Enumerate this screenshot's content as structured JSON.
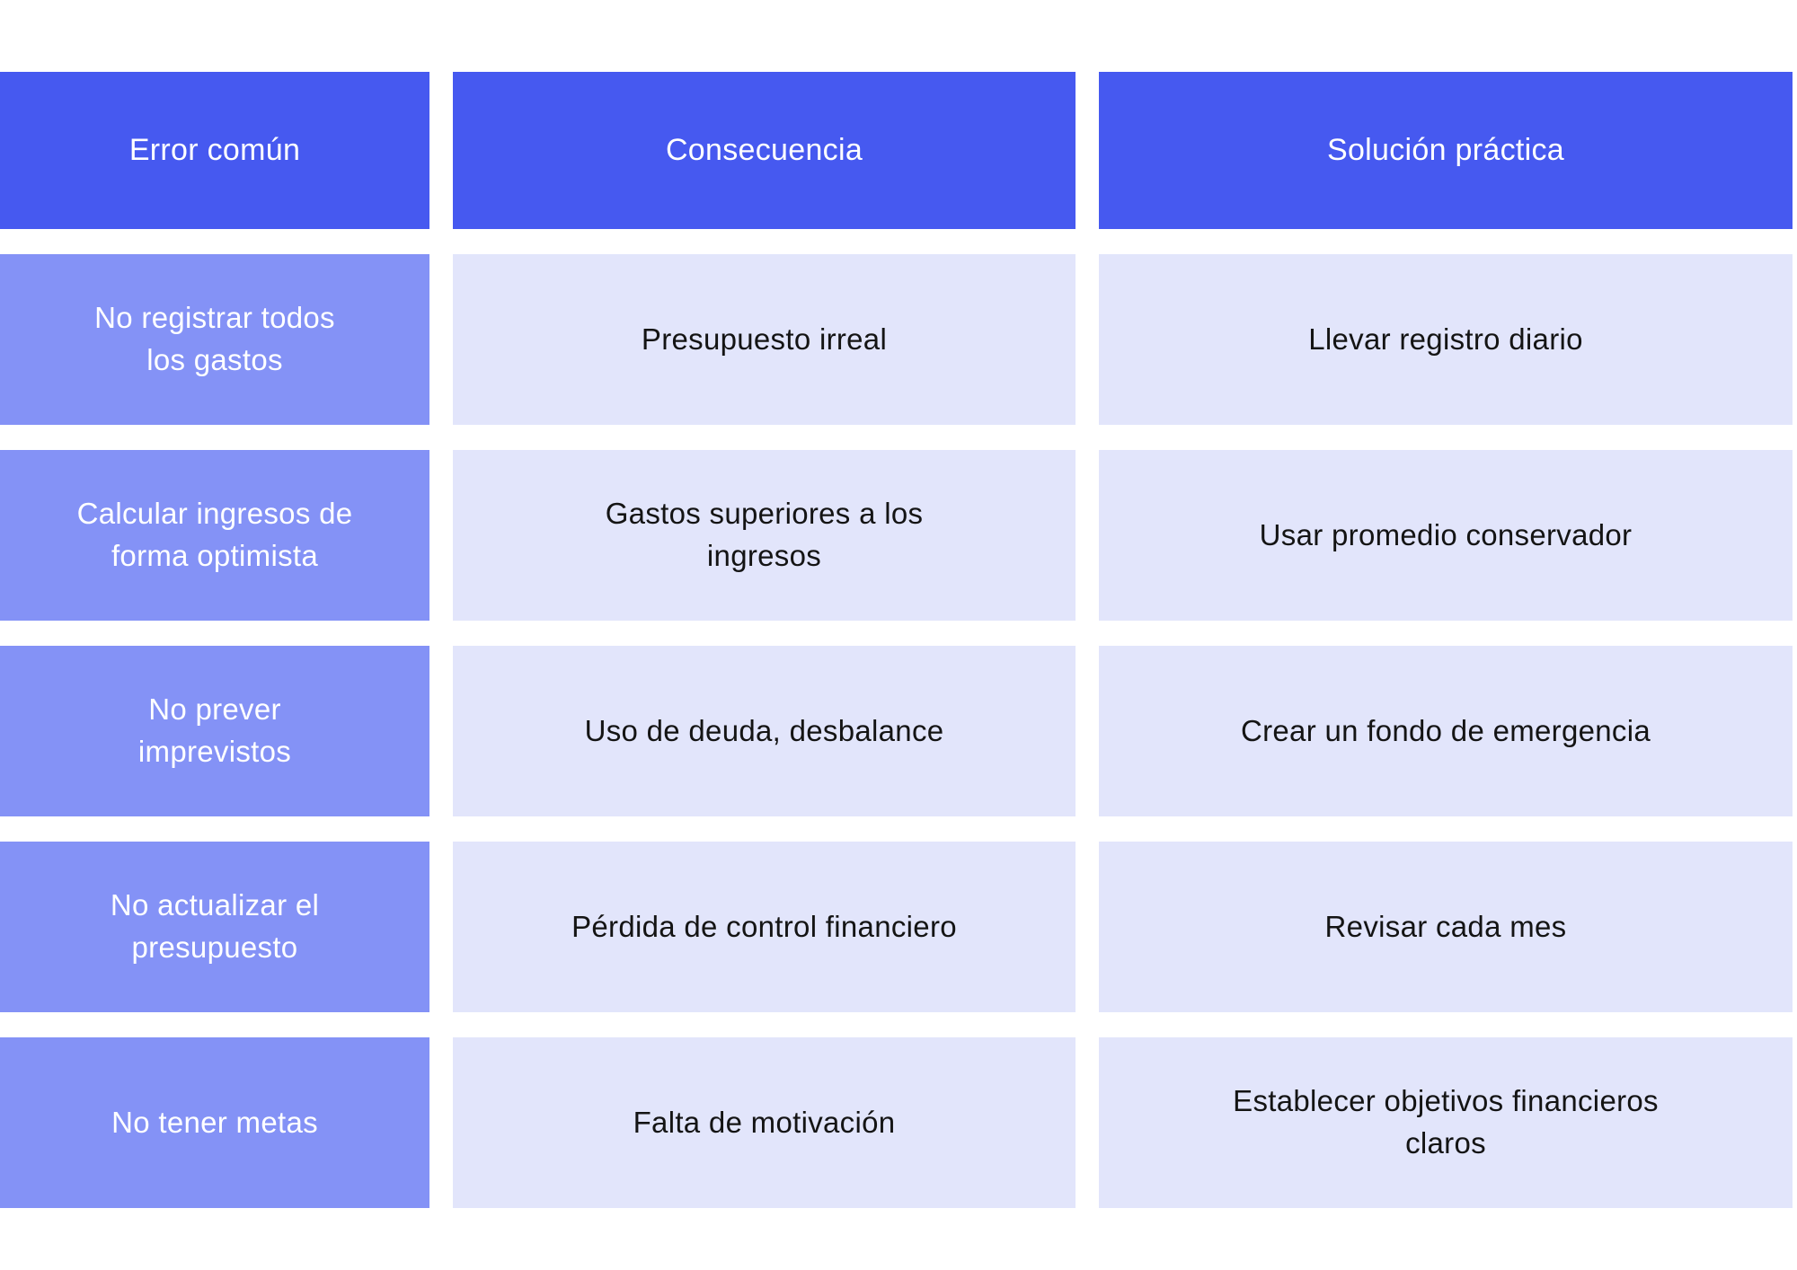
{
  "colors": {
    "header_bg": "#4659F0",
    "row_label_bg": "#8492F6",
    "cell_bg": "#E2E5FB",
    "header_text": "#FFFFFF",
    "cell_text": "#141414",
    "page_bg": "#FFFFFF"
  },
  "chart_data": {
    "type": "table",
    "title": "",
    "columns": [
      "Error común",
      "Consecuencia",
      "Solución práctica"
    ],
    "rows": [
      [
        "No registrar todos\nlos gastos",
        "Presupuesto irreal",
        "Llevar registro diario"
      ],
      [
        "Calcular ingresos de\nforma optimista",
        "Gastos superiores a los\ningresos",
        "Usar promedio conservador"
      ],
      [
        "No prever\nimprevistos",
        "Uso de deuda, desbalance",
        "Crear un fondo de emergencia"
      ],
      [
        "No actualizar el\npresupuesto",
        "Pérdida de control financiero",
        "Revisar cada mes"
      ],
      [
        "No tener metas",
        "Falta de motivación",
        "Establecer objetivos financieros\nclaros"
      ]
    ]
  }
}
